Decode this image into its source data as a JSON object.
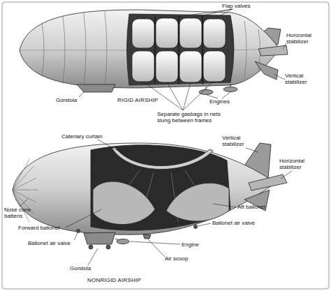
{
  "diagram": {
    "labels": [
      "Flap valves",
      "Horizontal stabilizer",
      "Vertical stabilizer",
      "Engines",
      "Separate gasbags in nets slung between frames",
      "RIGID AIRSHIP",
      "Gondola",
      "Catenary curtain",
      "Vertical stabilizer",
      "Horizontal stabilizer",
      "Nose cone battens",
      "Forward ballonet",
      "Aft ballonet",
      "Ballonet air valve",
      "Ballonet air valve",
      "Engine",
      "Air scoop",
      "Gondola",
      "NONRIGID AIRSHIP"
    ]
  }
}
